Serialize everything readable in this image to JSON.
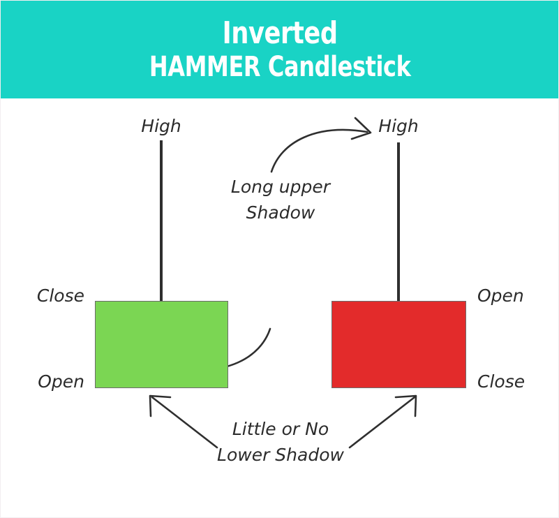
{
  "header": {
    "title_line1": "Inverted",
    "title_line2": "HAMMER Candlestick",
    "background_color": "#19d3c5",
    "text_color": "#ffffff"
  },
  "diagram": {
    "background_color": "#ffffff",
    "line_color": "#2f2f2f",
    "text_color": "#2b2b2b",
    "bullish_candle": {
      "body_color": "#7bd653",
      "border_color": "#6b6b6b",
      "top_label": "High",
      "body_top_label": "Close",
      "body_bottom_label": "Open"
    },
    "bearish_candle": {
      "body_color": "#e32b2b",
      "border_color": "#6b6b6b",
      "top_label": "High",
      "body_top_label": "Open",
      "body_bottom_label": "Close"
    },
    "annotations": {
      "upper_line1": "Long upper",
      "upper_line2": "Shadow",
      "lower_line1": "Little or No",
      "lower_line2": "Lower Shadow"
    }
  }
}
